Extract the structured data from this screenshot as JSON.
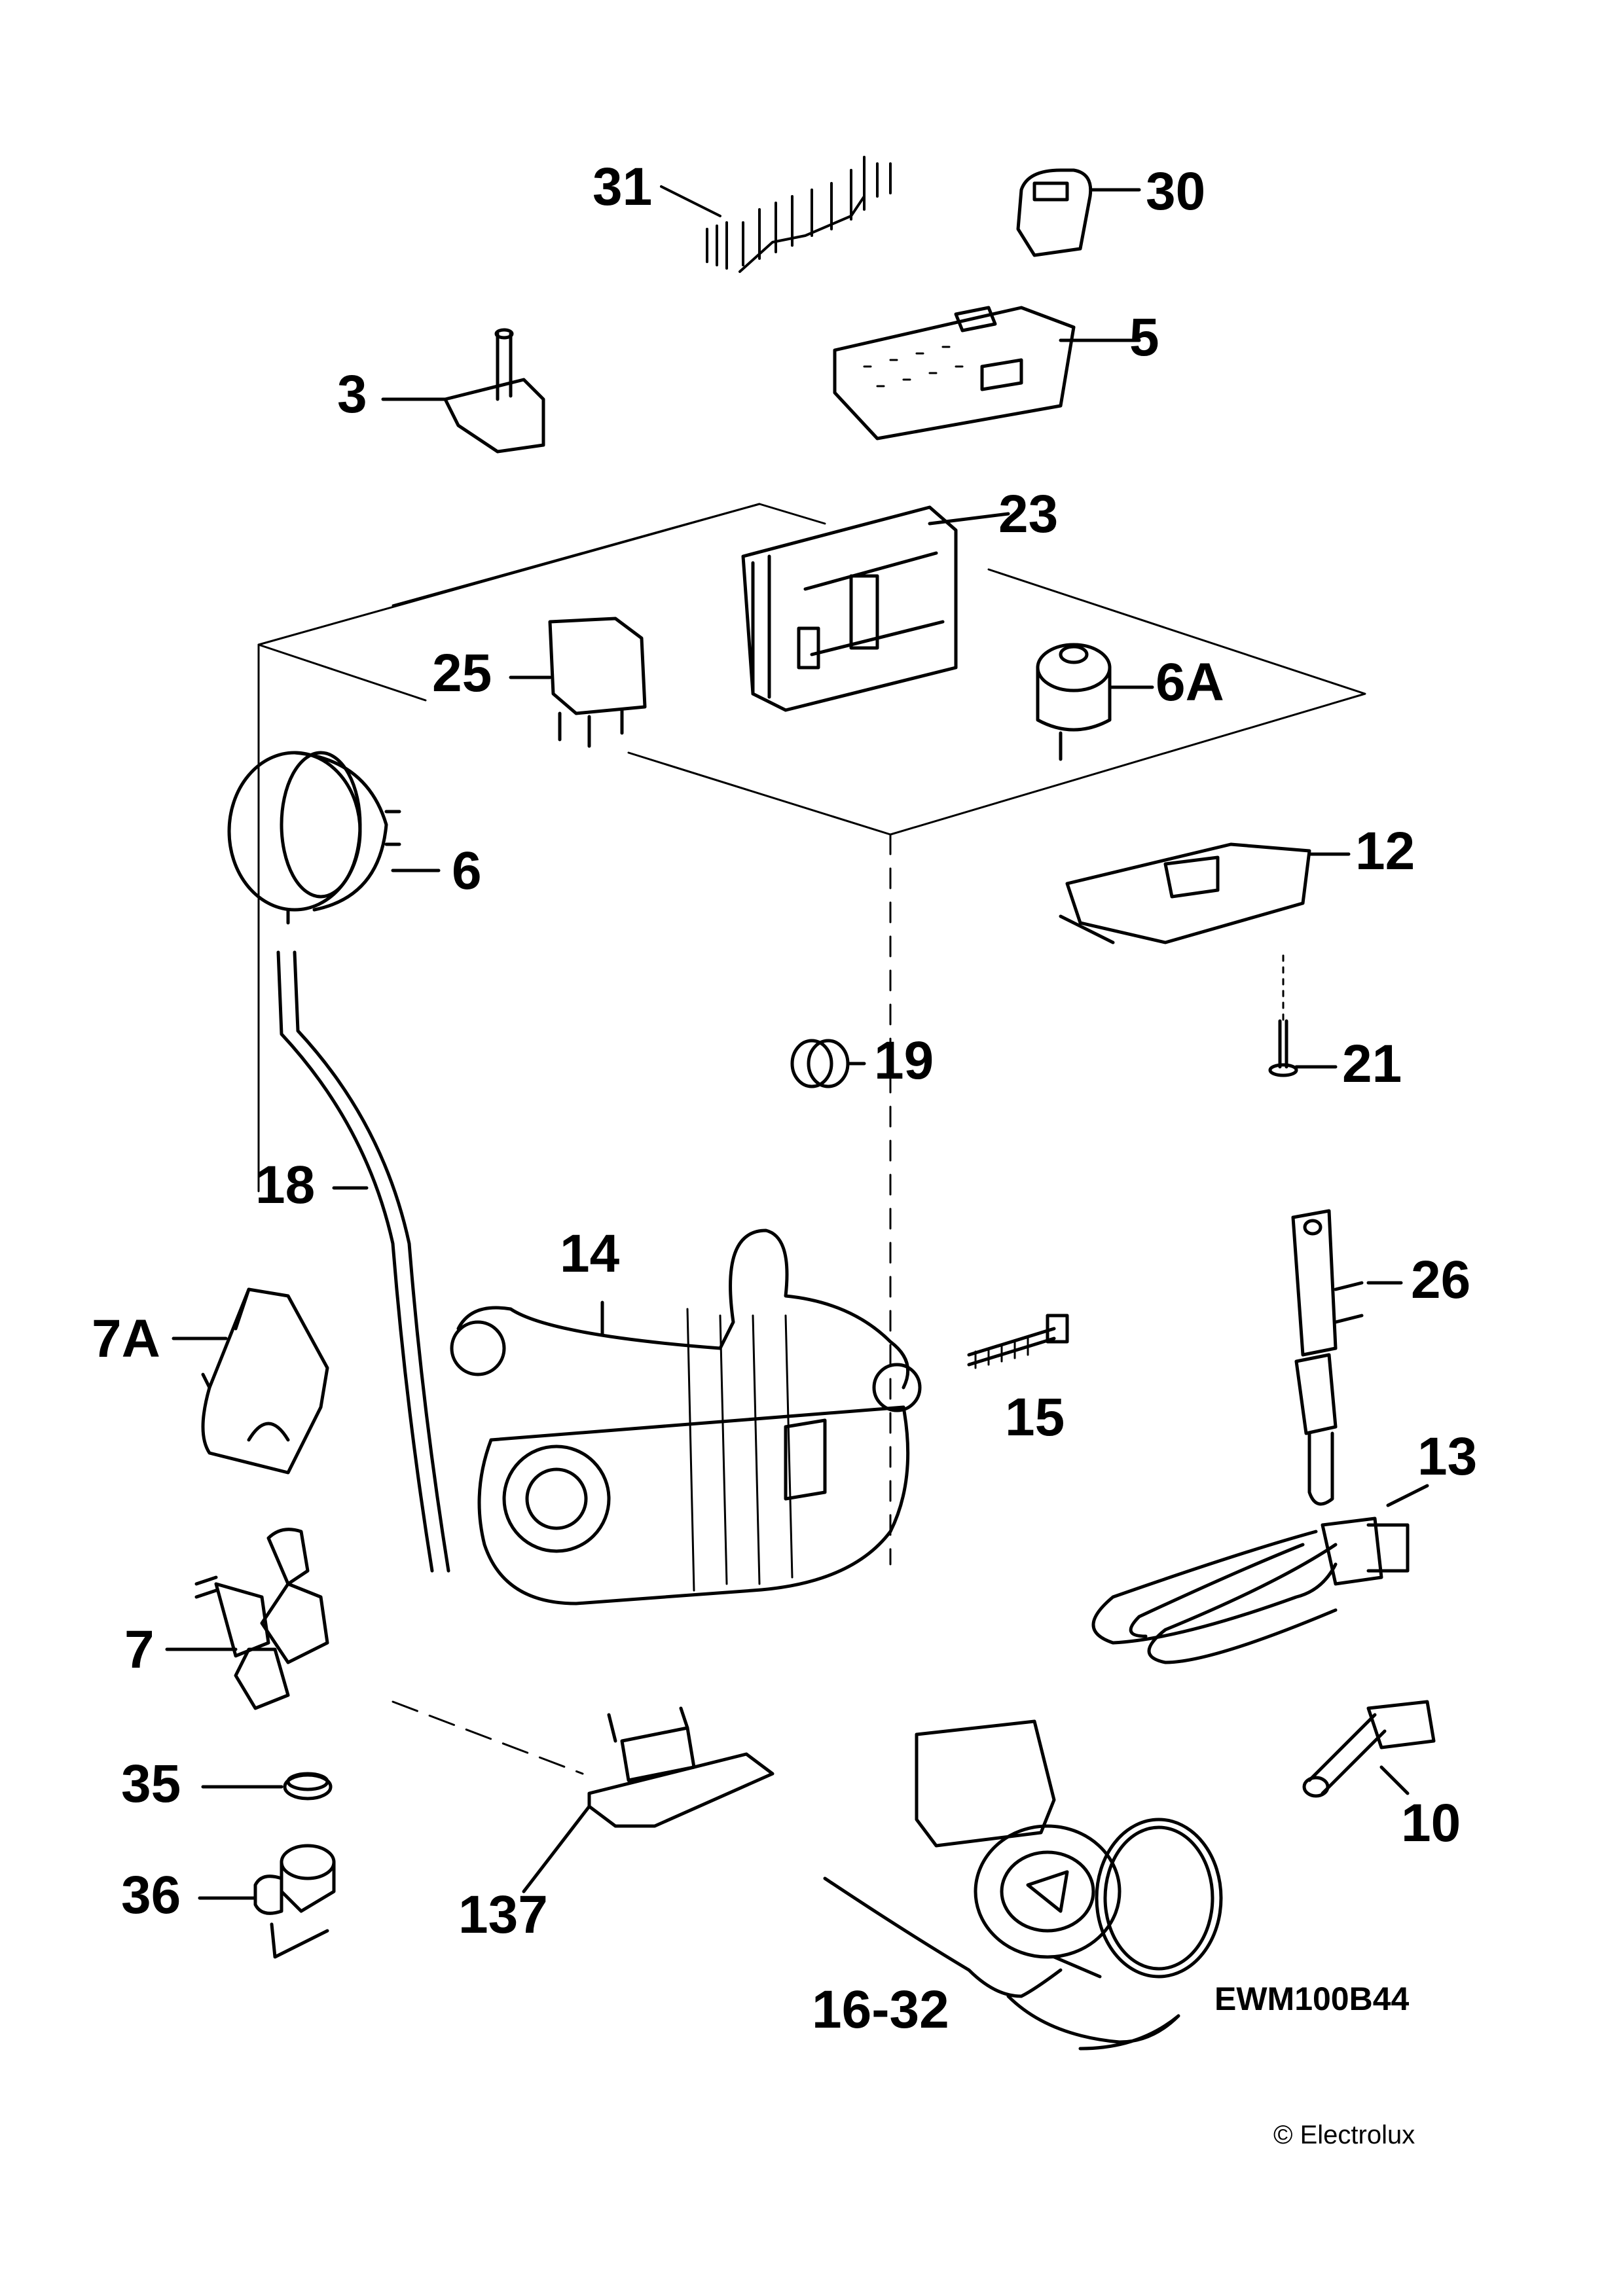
{
  "diagram": {
    "model": "EWM100B44",
    "copyright": "© Electrolux",
    "labels": {
      "p31": "31",
      "p30": "30",
      "p5": "5",
      "p3": "3",
      "p23": "23",
      "p25": "25",
      "p6a": "6A",
      "p6": "6",
      "p12": "12",
      "p21": "21",
      "p19": "19",
      "p18": "18",
      "p14": "14",
      "p26": "26",
      "p7a": "7A",
      "p15": "15",
      "p13": "13",
      "p7": "7",
      "p35": "35",
      "p36": "36",
      "p137": "137",
      "p10": "10",
      "p1632": "16-32"
    }
  }
}
